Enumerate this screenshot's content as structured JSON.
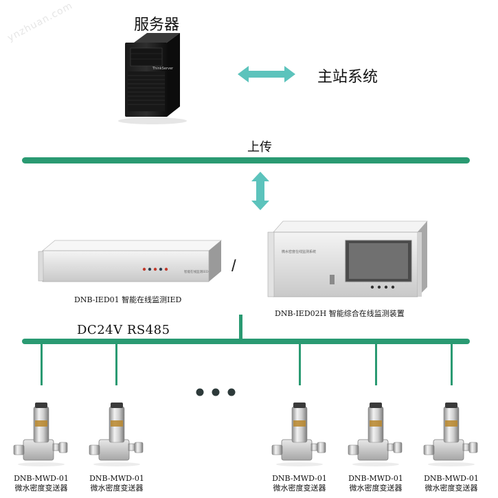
{
  "watermark": "ynzhuan.com",
  "server": {
    "label": "服务器",
    "brand": "ThinkServer"
  },
  "master_station": {
    "label": "主站系统"
  },
  "upload_bus": {
    "label": "上传"
  },
  "ied01": {
    "label": "DNB-IED01  智能在线监测IED",
    "panel_text": "智能在线监测IED"
  },
  "ied02": {
    "label": "DNB-IED02H  智能综合在线监测装置",
    "panel_text": "微水密度在线监测系统"
  },
  "separator": "/",
  "field_bus": {
    "label": "DC24V  RS485"
  },
  "sensors": [
    {
      "model": "DNB-MWD-01",
      "name": "微水密度变送器"
    },
    {
      "model": "DNB-MWD-01",
      "name": "微水密度变送器"
    },
    {
      "model": "DNB-MWD-01",
      "name": "微水密度变送器"
    },
    {
      "model": "DNB-MWD-01",
      "name": "微水密度变送器"
    },
    {
      "model": "DNB-MWD-01",
      "name": "微水密度变送器"
    }
  ],
  "colors": {
    "bus": "#2a9a72",
    "arrow": "#5cc3bc",
    "text": "#111111"
  }
}
